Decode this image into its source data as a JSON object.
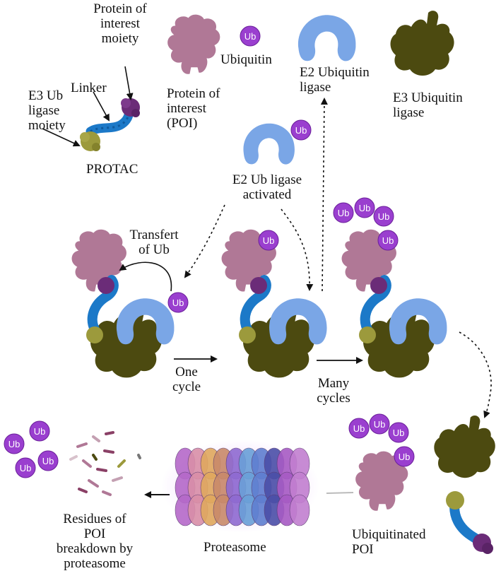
{
  "labels": {
    "poi_moiety": "Protein of\ninterest\nmoiety",
    "linker": "Linker",
    "e3_moiety": "E3 Ub\nligase\nmoiety",
    "protac": "PROTAC",
    "poi": "Protein of\ninterest\n(POI)",
    "ubiquitin": "Ubiquitin",
    "e2": "E2 Ubiquitin\nligase",
    "e3": "E3 Ubiquitin\nligase",
    "e2_activated": "E2 Ub ligase\nactivated",
    "transfer": "Transfert\nof Ub",
    "one_cycle": "One\ncycle",
    "many_cycles": "Many\ncycles",
    "residues": "Residues of\nPOI\nbreakdown by\nproteasome",
    "proteasome": "Proteasome",
    "ubiquitinated": "Ubiquitinated\nPOI"
  },
  "ub_badge": "Ub",
  "colors": {
    "poi": "#b07896",
    "e2": "#7aa6e6",
    "e3": "#4c4a10",
    "warhead": "#6b2c78",
    "e3_ligand": "#9c9a3c",
    "linker": "#1c79c8",
    "ub": "#9a3fcf"
  }
}
